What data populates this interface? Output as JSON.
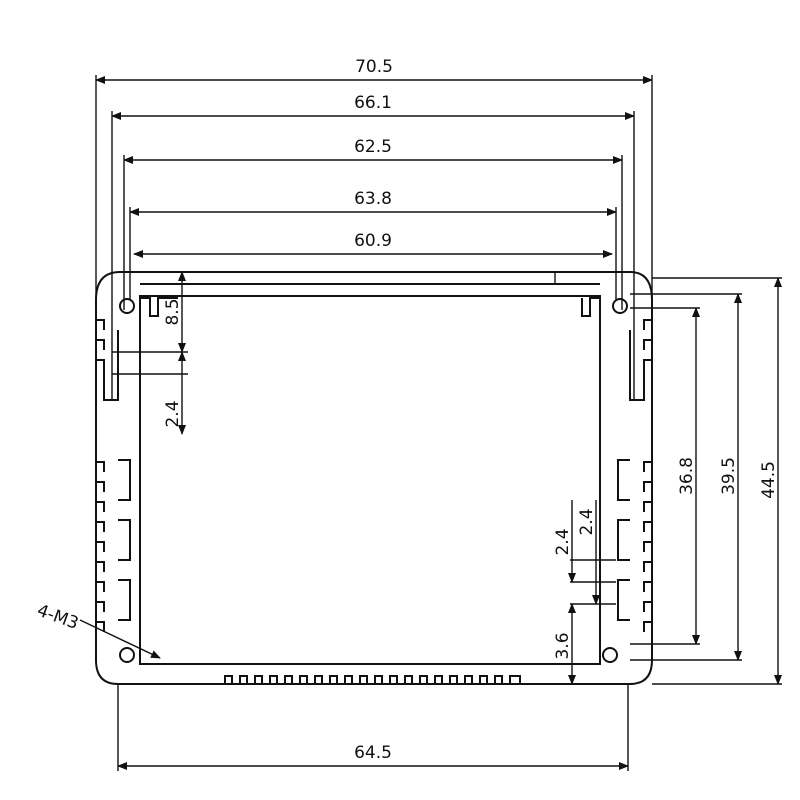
{
  "drawing": {
    "dimensions": {
      "d705": "70.5",
      "d661": "66.1",
      "d625": "62.5",
      "d638": "63.8",
      "d609": "60.9",
      "d85": "8.5",
      "d24_left": "2.4",
      "d24_a": "2.4",
      "d24_b": "2.4",
      "d36": "3.6",
      "d368": "36.8",
      "d395": "39.5",
      "d445": "44.5",
      "d645": "64.5",
      "hole_label": "4-M3"
    }
  }
}
